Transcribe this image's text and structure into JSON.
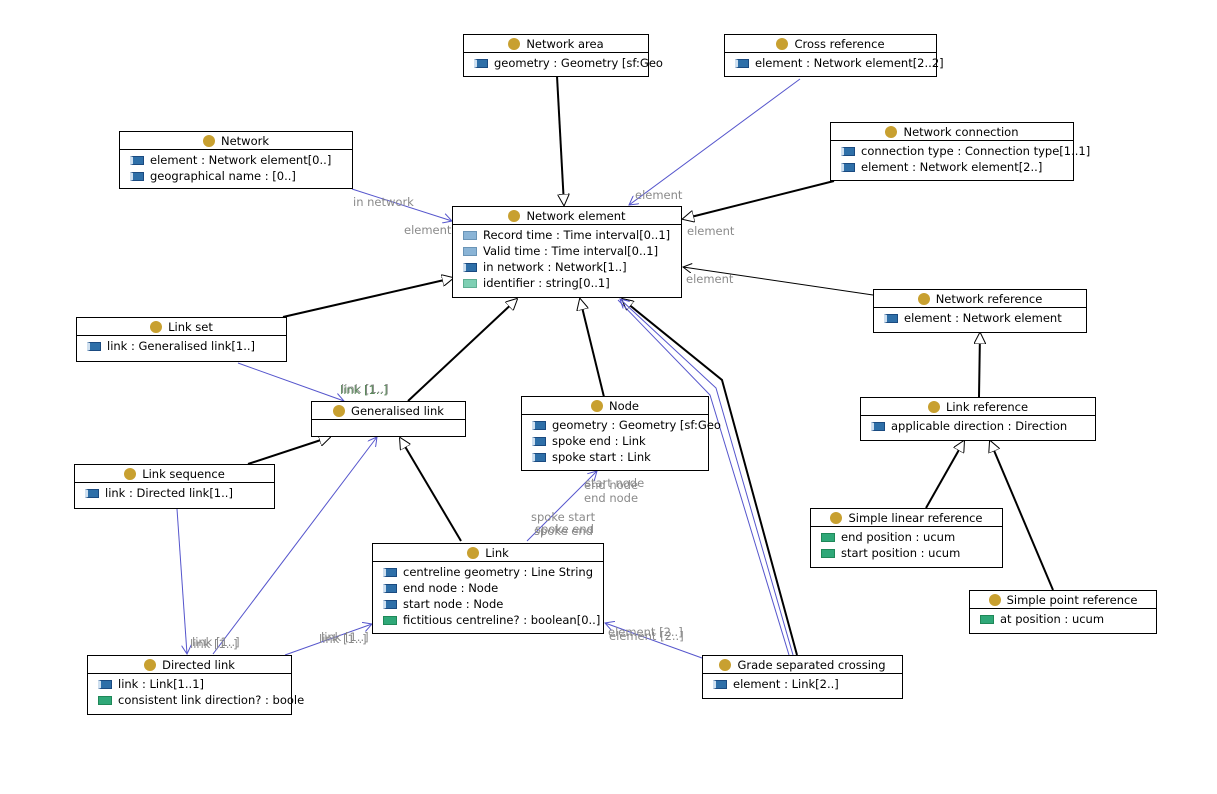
{
  "classes": [
    {
      "name": "Network area",
      "attrs": [
        {
          "text": "geometry : Geometry  [sf:Geo",
          "type": "assoc"
        }
      ]
    },
    {
      "name": "Cross reference",
      "attrs": [
        {
          "text": "element : Network element[2..2]",
          "type": "assoc"
        }
      ]
    },
    {
      "name": "Network",
      "attrs": [
        {
          "text": "element : Network element[0..]",
          "type": "assoc"
        },
        {
          "text": "geographical name : [0..]",
          "type": "assoc"
        }
      ]
    },
    {
      "name": "Network connection",
      "attrs": [
        {
          "text": "connection type : Connection type[1..1]",
          "type": "assoc"
        },
        {
          "text": "element : Network element[2..]",
          "type": "assoc"
        }
      ]
    },
    {
      "name": "Network element",
      "attrs": [
        {
          "text": "Record time : Time interval[0..1]",
          "type": "datatype"
        },
        {
          "text": "Valid time : Time interval[0..1]",
          "type": "datatype"
        },
        {
          "text": "in network : Network[1..]",
          "type": "assoc"
        },
        {
          "text": "identifier : string[0..1]",
          "type": "prim2"
        }
      ]
    },
    {
      "name": "Network reference",
      "attrs": [
        {
          "text": "element : Network element",
          "type": "assoc"
        }
      ]
    },
    {
      "name": "Link set",
      "attrs": [
        {
          "text": "link : Generalised link[1..]",
          "type": "assoc"
        }
      ]
    },
    {
      "name": "Generalised link",
      "attrs": []
    },
    {
      "name": "Node",
      "attrs": [
        {
          "text": "geometry : Geometry  [sf:Geo",
          "type": "assoc"
        },
        {
          "text": "spoke end : Link",
          "type": "assoc"
        },
        {
          "text": "spoke start : Link",
          "type": "assoc"
        }
      ]
    },
    {
      "name": "Link reference",
      "attrs": [
        {
          "text": "applicable direction : Direction",
          "type": "assoc"
        }
      ]
    },
    {
      "name": "Link sequence",
      "attrs": [
        {
          "text": "link : Directed link[1..]",
          "type": "assoc"
        }
      ]
    },
    {
      "name": "Simple linear reference",
      "attrs": [
        {
          "text": "end position : ucum",
          "type": "prim"
        },
        {
          "text": "start position : ucum",
          "type": "prim"
        }
      ]
    },
    {
      "name": "Link",
      "attrs": [
        {
          "text": "centreline geometry : Line String",
          "type": "assoc"
        },
        {
          "text": "end node : Node",
          "type": "assoc"
        },
        {
          "text": "start node : Node",
          "type": "assoc"
        },
        {
          "text": "fictitious centreline? : boolean[0..]",
          "type": "prim"
        }
      ]
    },
    {
      "name": "Simple point reference",
      "attrs": [
        {
          "text": "at position : ucum",
          "type": "prim"
        }
      ]
    },
    {
      "name": "Directed link",
      "attrs": [
        {
          "text": "link : Link[1..1]",
          "type": "assoc"
        },
        {
          "text": "consistent link direction? : boole",
          "type": "prim"
        }
      ]
    },
    {
      "name": "Grade separated crossing",
      "attrs": [
        {
          "text": "element : Link[2..]",
          "type": "assoc"
        }
      ]
    }
  ],
  "edge_labels": [
    "in network",
    "element",
    "element",
    "element",
    "element",
    "link [1..]",
    "link [1..]",
    "start node",
    "end node",
    "end node",
    "spoke start",
    "spoke end",
    "spoke end",
    "link [1..]",
    "link [1..]",
    "link [1..]",
    "link [1..]",
    "element [2..]",
    "element [2..]"
  ]
}
